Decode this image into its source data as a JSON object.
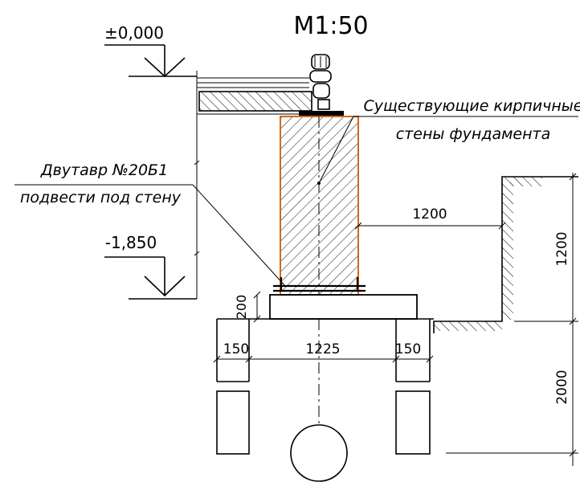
{
  "scale": "M1:50",
  "levels": {
    "top": "±0,000",
    "bottom": "-1,850"
  },
  "callouts": {
    "brick_walls_line1": "Существующие кирпичные",
    "brick_walls_line2": "стены фундамента",
    "beam_line1": "Двутавр №20Б1",
    "beam_line2": "подвести под стену"
  },
  "dimensions": {
    "horizontal_offset": "1200",
    "pit_depth_upper": "1200",
    "pit_depth_lower": "2000",
    "slab_thickness": "200",
    "pile_left": "150",
    "pile_span": "1225",
    "pile_right": "150"
  },
  "colors": {
    "wall_outline": "#d2691e",
    "lines": "#000000"
  }
}
